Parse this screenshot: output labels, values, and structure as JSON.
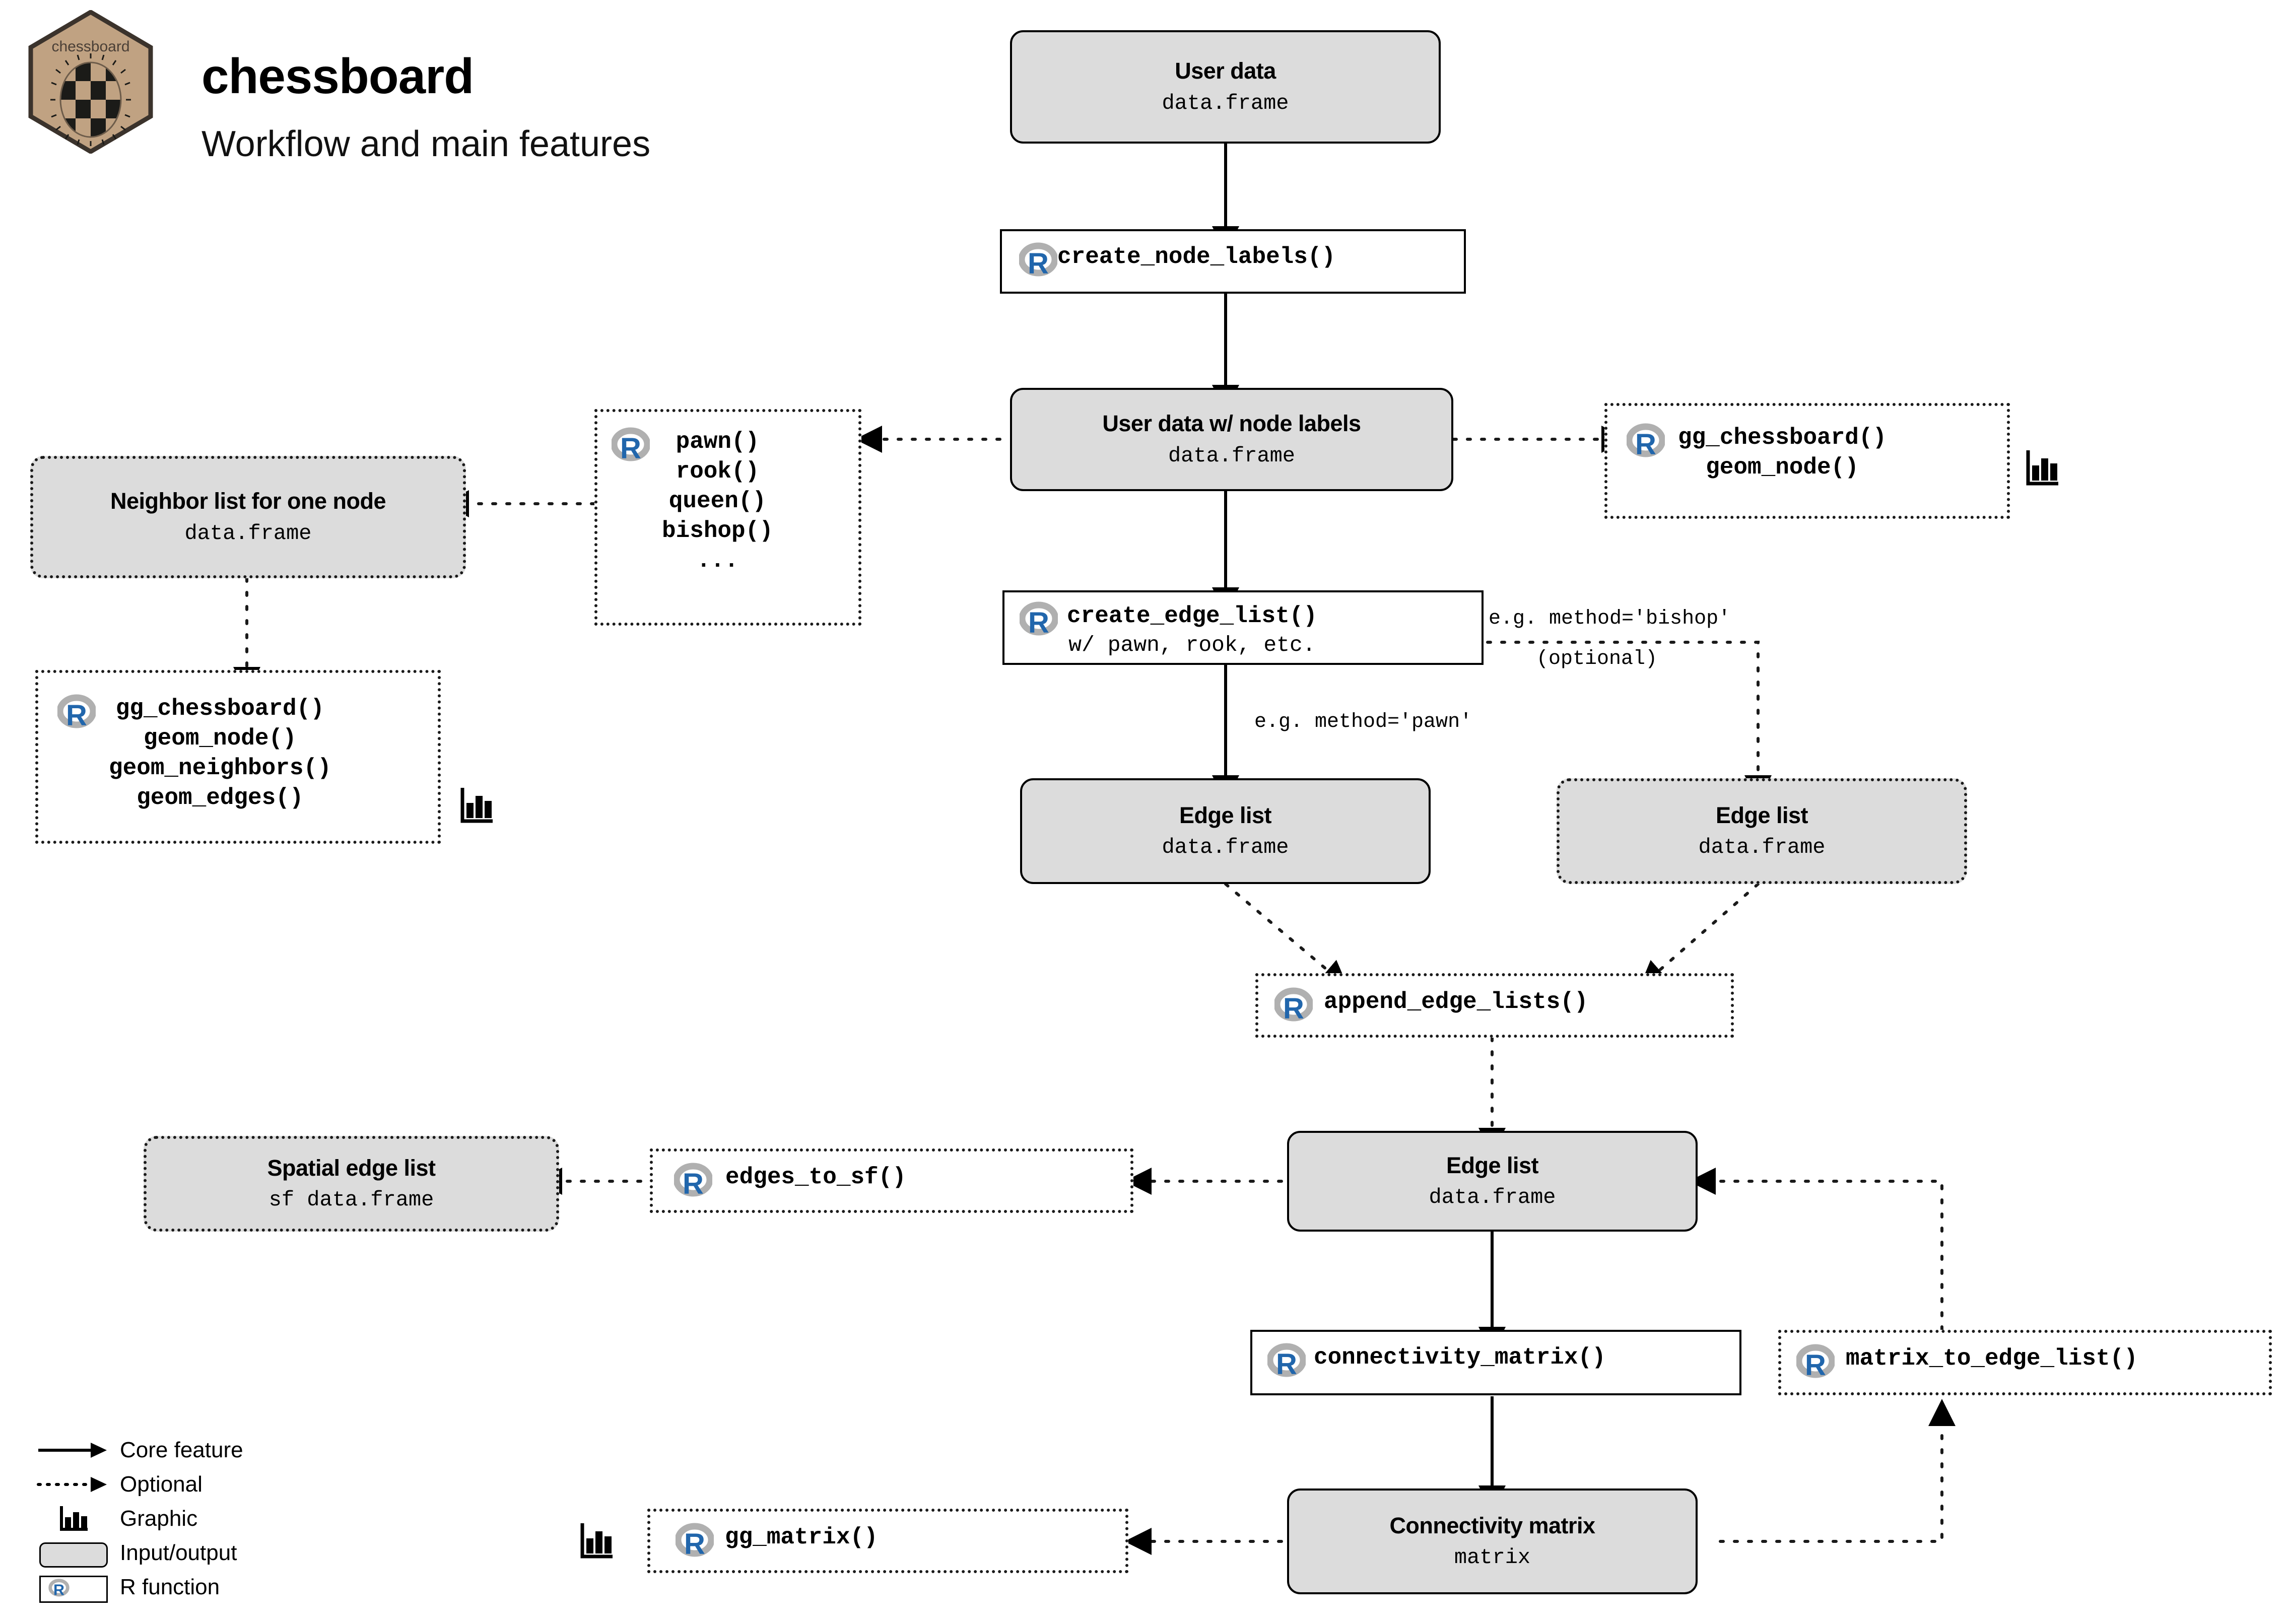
{
  "header": {
    "logo_label": "chessboard",
    "title": "chessboard",
    "subtitle": "Workflow and main features"
  },
  "legend": {
    "items": [
      {
        "key": "solid-arrow-icon",
        "label": "Core feature"
      },
      {
        "key": "dotted-arrow-icon",
        "label": "Optional"
      },
      {
        "key": "bar-chart-icon",
        "label": "Graphic"
      },
      {
        "key": "rounded-gray-box-icon",
        "label": "Input/output"
      },
      {
        "key": "r-function-box-icon",
        "label": "R function"
      }
    ]
  },
  "nodes": {
    "user_data": {
      "title": "User data",
      "subtitle": "data.frame"
    },
    "create_node_labels": {
      "label": "create_node_labels()"
    },
    "user_data_labels": {
      "title": "User data w/ node labels",
      "subtitle": "data.frame"
    },
    "piece_functions": {
      "lines": [
        "pawn()",
        "rook()",
        "queen()",
        "bishop()",
        "..."
      ]
    },
    "neighbor_list": {
      "title": "Neighbor list for one node",
      "subtitle": "data.frame"
    },
    "gg_chessboard_left": {
      "lines": [
        "gg_chessboard()",
        "geom_node()",
        "geom_neighbors()",
        "geom_edges()"
      ]
    },
    "gg_chessboard_right": {
      "lines": [
        "gg_chessboard()",
        "geom_node()"
      ]
    },
    "create_edge_list": {
      "label": "create_edge_list()",
      "note": "w/ pawn, rook, etc."
    },
    "edge_list_pawn": {
      "title": "Edge list",
      "subtitle": "data.frame"
    },
    "edge_list_bishop": {
      "title": "Edge list",
      "subtitle": "data.frame"
    },
    "append_edge_lists": {
      "label": "append_edge_lists()"
    },
    "edge_list_main": {
      "title": "Edge list",
      "subtitle": "data.frame"
    },
    "edges_to_sf": {
      "label": "edges_to_sf()"
    },
    "spatial_edge_list": {
      "title": "Spatial edge list",
      "subtitle": "sf data.frame"
    },
    "connectivity_matrix_fn": {
      "label": "connectivity_matrix()"
    },
    "matrix_to_edge_list": {
      "label": "matrix_to_edge_list()"
    },
    "connectivity_matrix": {
      "title": "Connectivity matrix",
      "subtitle": "matrix"
    },
    "gg_matrix": {
      "label": "gg_matrix()"
    }
  },
  "edge_labels": {
    "bishop_method": "e.g. method='bishop'",
    "optional": "(optional)",
    "pawn_method": "e.g. method='pawn'"
  },
  "colors": {
    "io_fill": "#dcdcdc",
    "border": "#000000",
    "r_blue": "#2166ac",
    "r_gray": "#b0b0b0",
    "hex_tan": "#c0a282",
    "hex_border": "#3b332c",
    "canvas": "#ffffff"
  }
}
